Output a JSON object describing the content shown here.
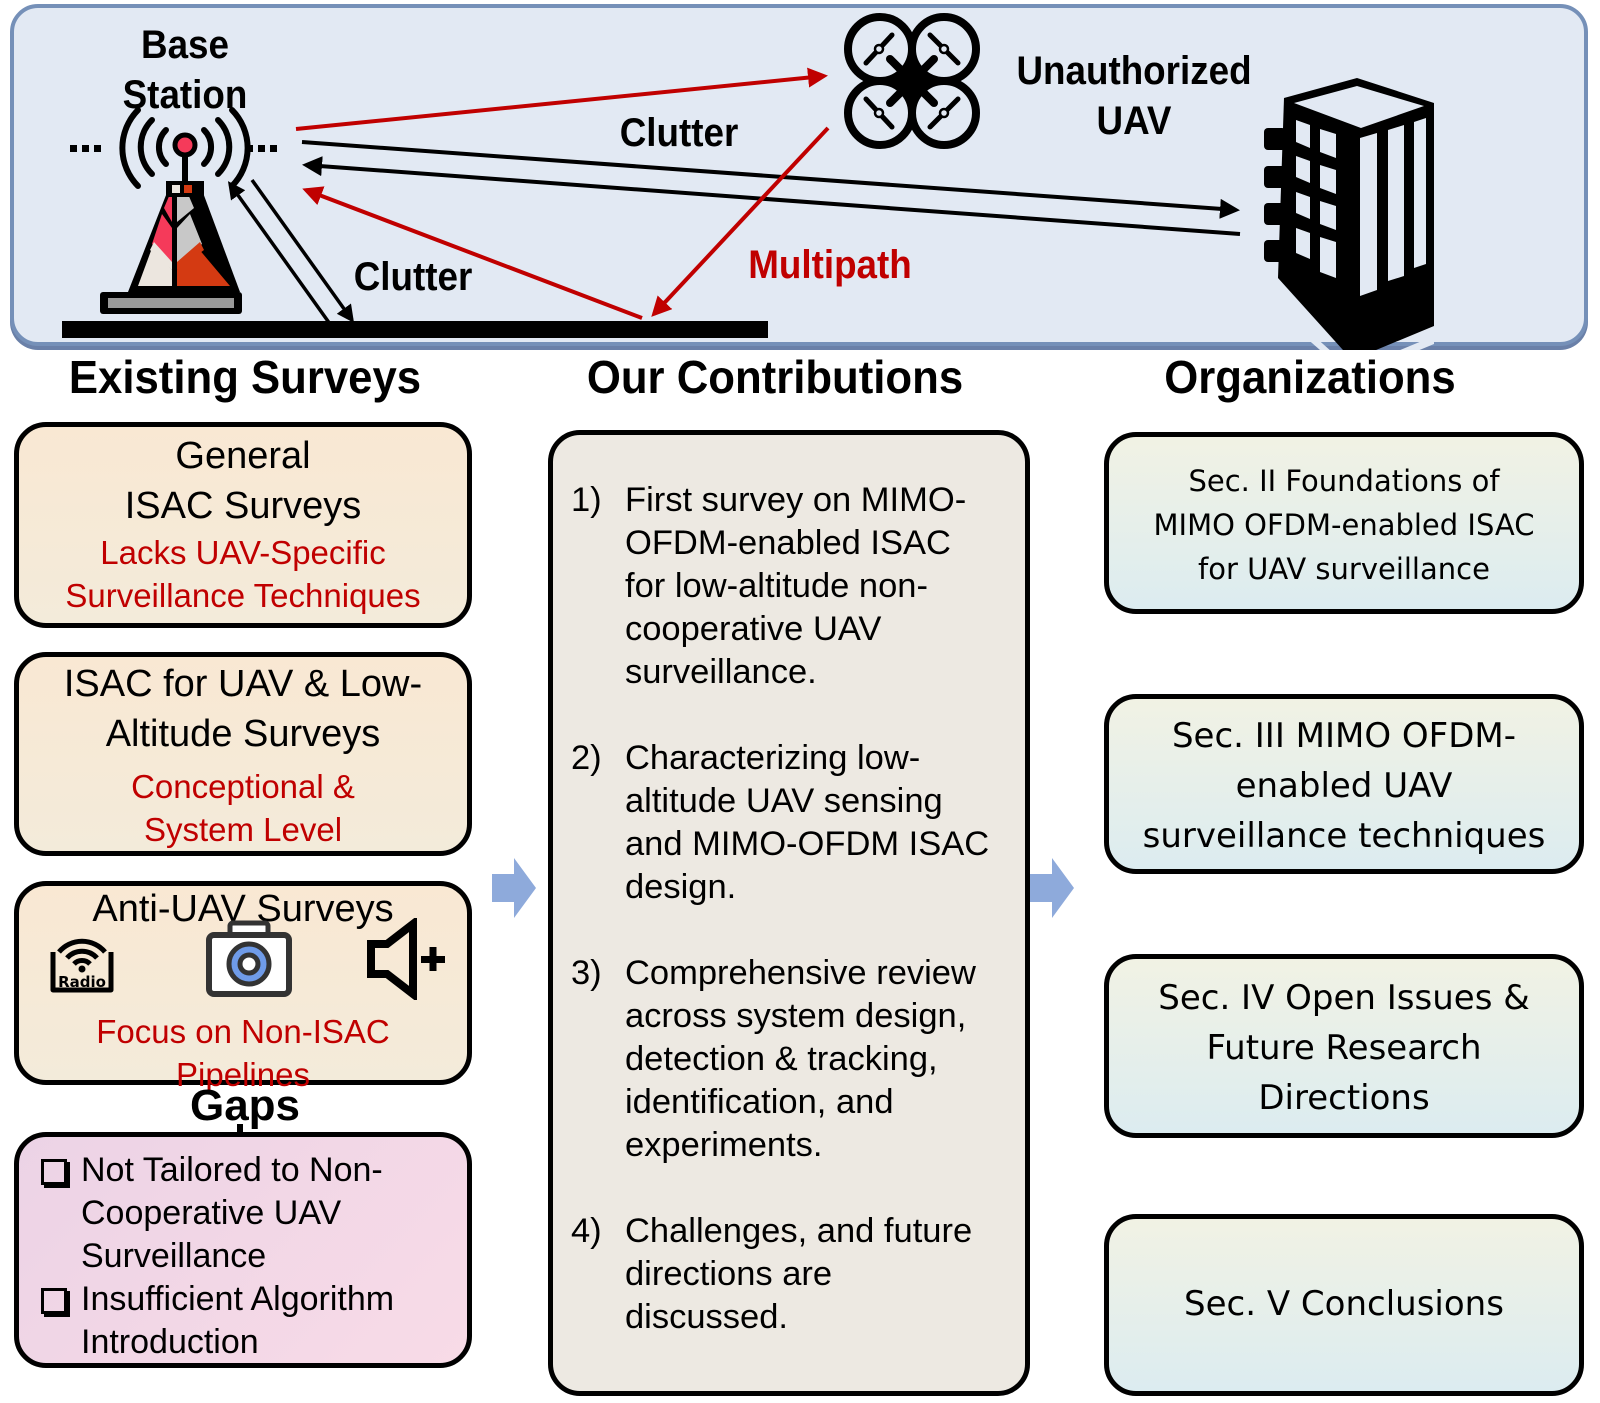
{
  "scene": {
    "base_station_label": [
      "Base",
      "Station"
    ],
    "uav_label": [
      "Unauthorized",
      "UAV"
    ],
    "clutter_label_top": "Clutter",
    "clutter_label_ground": "Clutter",
    "multipath_label": "Multipath",
    "ellipsis": "...",
    "icons": [
      "base-station-tower-icon",
      "quadcopter-drone-icon",
      "building-icon"
    ],
    "colors": {
      "panel_background": "#e2e9f3",
      "panel_border": "#7590b8",
      "multipath_red": "#c00000",
      "clutter_black": "#000000"
    }
  },
  "columns": {
    "existing_surveys": {
      "title": "Existing Surveys",
      "boxes": [
        {
          "title_lines": [
            "General",
            "ISAC Surveys"
          ],
          "note_lines": [
            "Lacks UAV-Specific",
            "Surveillance Techniques"
          ]
        },
        {
          "title_lines": [
            "ISAC for UAV & Low-",
            "Altitude Surveys"
          ],
          "note_lines": [
            "Conceptional &",
            "System Level"
          ]
        },
        {
          "title_lines": [
            "Anti-UAV Surveys"
          ],
          "icons": [
            "radio-icon",
            "camera-icon",
            "speaker-icon"
          ],
          "radio_icon_text": "Radio",
          "note_lines": [
            "Focus on Non-ISAC",
            "Pipelines"
          ]
        }
      ],
      "gaps": {
        "title": "Gaps",
        "items": [
          {
            "lines": [
              "Not Tailored to Non-",
              "Cooperative UAV",
              "Surveillance"
            ]
          },
          {
            "lines": [
              "Insufficient Algorithm",
              "Introduction"
            ]
          }
        ]
      }
    },
    "our_contributions": {
      "title": "Our Contributions",
      "items": [
        {
          "number": "1)",
          "lines": [
            "First survey on MIMO-",
            "OFDM-enabled ISAC",
            "for low-altitude non-",
            "cooperative UAV",
            "surveillance."
          ]
        },
        {
          "number": "2)",
          "lines": [
            "Characterizing low-",
            "altitude UAV sensing",
            "and MIMO-OFDM ISAC",
            "design."
          ]
        },
        {
          "number": "3)",
          "lines": [
            "Comprehensive review",
            "across system design,",
            "detection & tracking,",
            "identification, and",
            "experiments."
          ]
        },
        {
          "number": "4)",
          "lines": [
            "Challenges, and future",
            "directions are",
            "discussed."
          ]
        }
      ]
    },
    "organizations": {
      "title": "Organizations",
      "sections": [
        {
          "lines": [
            "Sec. II Foundations of",
            "MIMO OFDM-enabled ISAC",
            "for UAV surveillance"
          ]
        },
        {
          "lines": [
            "Sec. III MIMO OFDM-",
            "enabled UAV",
            "surveillance techniques"
          ]
        },
        {
          "lines": [
            "Sec. IV Open Issues &",
            "Future Research",
            "Directions"
          ]
        },
        {
          "lines": [
            "Sec. V Conclusions"
          ]
        }
      ]
    }
  },
  "flow_arrow_color": "#8eaadb",
  "highlight_color": "#c00000"
}
